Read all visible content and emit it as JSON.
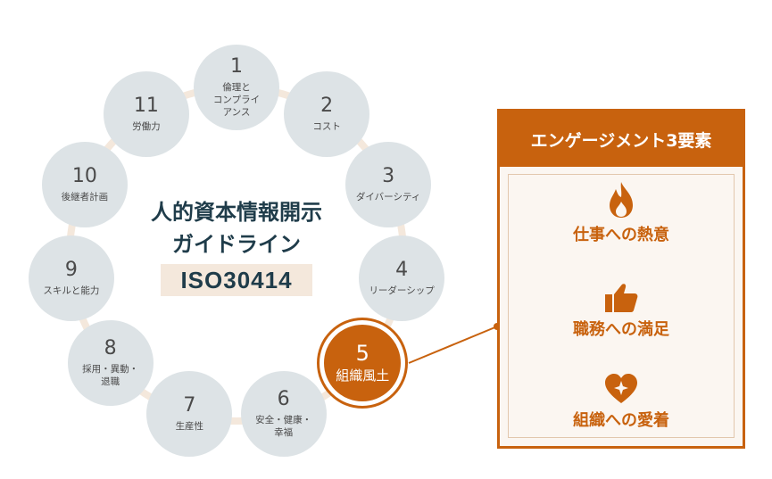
{
  "center": {
    "title_line1": "人的資本情報開示",
    "title_line2": "ガイドライン",
    "standard": "ISO30414"
  },
  "nodes": [
    {
      "number": "1",
      "label": "倫理と\nコンプライ\nアンス"
    },
    {
      "number": "2",
      "label": "コスト"
    },
    {
      "number": "3",
      "label": "ダイバーシティ"
    },
    {
      "number": "4",
      "label": "リーダーシップ"
    },
    {
      "number": "5",
      "label": "組織風土",
      "highlighted": true
    },
    {
      "number": "6",
      "label": "安全・健康・\n幸福"
    },
    {
      "number": "7",
      "label": "生産性"
    },
    {
      "number": "8",
      "label": "採用・異動・\n退職"
    },
    {
      "number": "9",
      "label": "スキルと能力"
    },
    {
      "number": "10",
      "label": "後継者計画"
    },
    {
      "number": "11",
      "label": "労働力"
    }
  ],
  "panel": {
    "title": "エンゲージメント3要素",
    "elements": [
      {
        "icon": "flame-icon",
        "label": "仕事への熱意"
      },
      {
        "icon": "thumbs-up-icon",
        "label": "職務への満足"
      },
      {
        "icon": "heart-sparkle-icon",
        "label": "組織への愛着"
      }
    ]
  },
  "colors": {
    "accent": "#c8620e",
    "node_fill": "#dde3e6",
    "ring": "#f4e8dc",
    "title": "#1f3c4a"
  }
}
